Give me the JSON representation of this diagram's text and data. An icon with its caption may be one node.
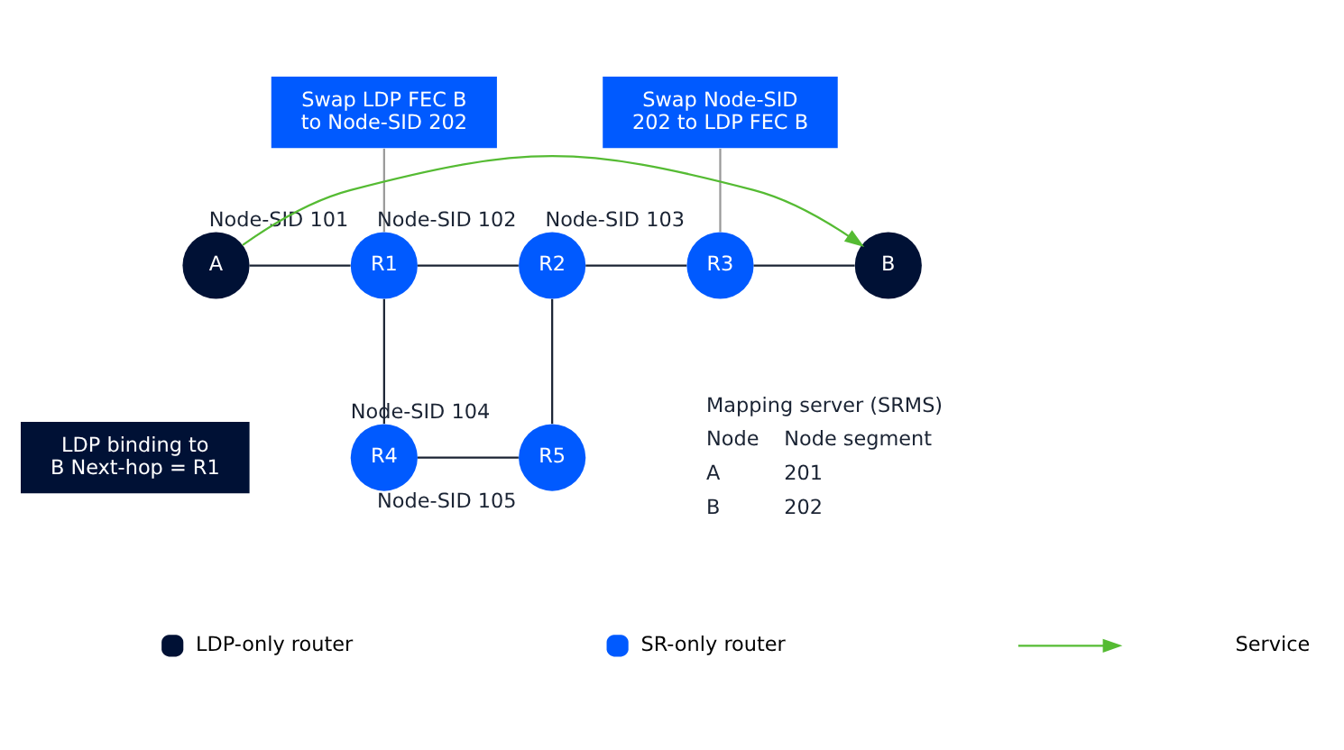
{
  "diagram": {
    "nodes": [
      {
        "text": [
          "Swap LDP FEC B to Node-SID 202"
        ]
      },
      {
        "text": [
          "Swap Node-SID 202 to LDP FEC B"
        ]
      },
      {
        "text": [
          "A"
        ]
      },
      {
        "text": [
          "R1"
        ],
        "beside": [
          "Node-SID 101"
        ]
      },
      {
        "text": [
          "R2"
        ],
        "beside": [
          "Node-SID 102"
        ]
      },
      {
        "text": [
          "R3"
        ],
        "beside": [
          "Node-SID 103"
        ]
      },
      {
        "text": [
          "B"
        ]
      },
      {
        "text": [
          "LDP binding to B Next-hop = R1"
        ]
      },
      {
        "text": [
          "R4"
        ],
        "beside": [
          "Node-SID 104"
        ]
      },
      {
        "text": [
          "R5"
        ],
        "beside": [
          "Node-SID 105"
        ]
      }
    ],
    "edges": [
      {
        "from": 0,
        "to": 3,
        "arrow": "none",
        "color": "#999999"
      },
      {
        "from": 1,
        "to": 5,
        "arrow": "none",
        "color": "#999999"
      },
      {
        "from": 2,
        "to": 3,
        "arrow": "none"
      },
      {
        "from": 3,
        "to": 4,
        "arrow": "none"
      },
      {
        "from": 4,
        "to": 5,
        "arrow": "none"
      },
      {
        "from": 5,
        "to": 6,
        "arrow": "none"
      },
      {
        "from": 3,
        "to": 8,
        "arrow": "none"
      },
      {
        "from": 4,
        "to": 9,
        "arrow": "none"
      },
      {
        "from": 8,
        "to": 9,
        "arrow": "none"
      },
      {
        "from": 2,
        "to": 6,
        "arrow": "to",
        "color": "#55bb33"
      }
    ],
    "labels": [
      "Mapping server (SRMS)",
      "Node",
      "Node segment",
      "A",
      "201",
      "B",
      "202"
    ],
    "legend": [
      {
        "text": "LDP-only router",
        "color": "#001135"
      },
      {
        "text": "SR-only router",
        "color": "#005aff"
      },
      {
        "text": "Service"
      }
    ]
  }
}
